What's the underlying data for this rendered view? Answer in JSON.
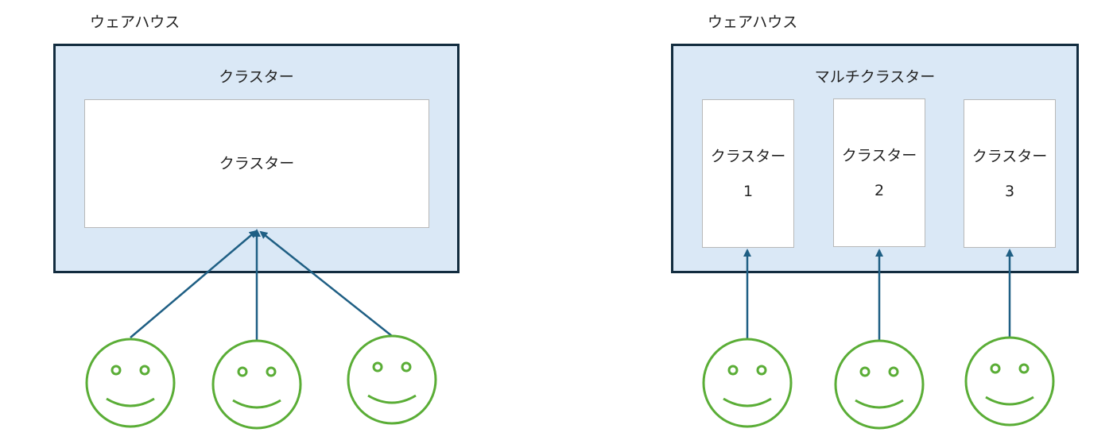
{
  "left_diagram": {
    "warehouse_label": "ウェアハウス",
    "outer_title": "クラスター",
    "inner_cluster_label": "クラスター"
  },
  "right_diagram": {
    "warehouse_label": "ウェアハウス",
    "outer_title": "マルチクラスター",
    "clusters": [
      {
        "label": "クラスター1"
      },
      {
        "label": "クラスター2"
      },
      {
        "label": "クラスター3"
      }
    ]
  },
  "colors": {
    "warehouse_fill": "#dae8f6",
    "warehouse_border": "#122c3f",
    "arrow": "#1f5f84",
    "user_face": "#5aad36"
  },
  "icons": {
    "user": "smiley-face-icon"
  }
}
